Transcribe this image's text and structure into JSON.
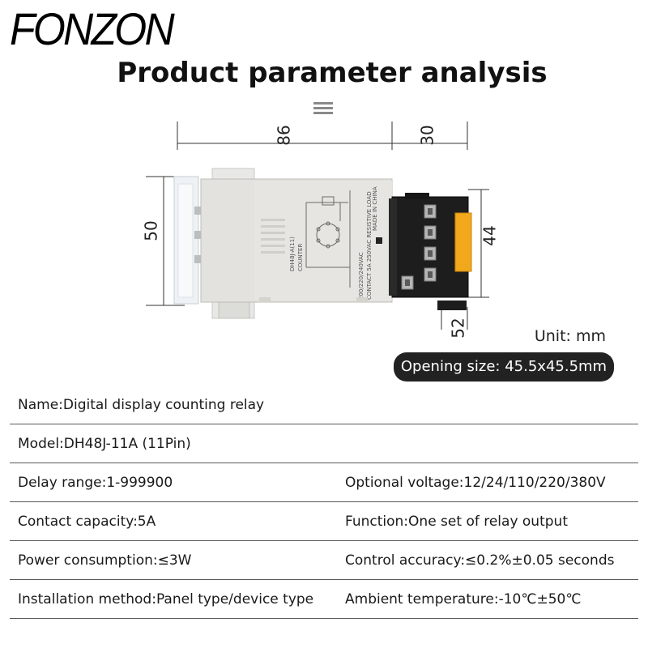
{
  "brand": "FONZON",
  "title": "Product parameter analysis",
  "dimensions": {
    "length": "86",
    "depth": "30",
    "height": "50",
    "terminal_height": "44",
    "side": "52"
  },
  "device_label": {
    "model": "DH48J-A(11)",
    "type": "COUNTER",
    "voltage": "200/220/240VAC",
    "contact": "CONTACT 5A 250VAC RESISTIVE LOAD",
    "origin": "MADE IN CHINA"
  },
  "unit": "Unit: mm",
  "opening_size": "Opening size: 45.5x45.5mm",
  "specs": [
    {
      "left": "Name:Digital display counting relay",
      "right": ""
    },
    {
      "left": "Model:DH48J-11A (11Pin)",
      "right": ""
    },
    {
      "left": "Delay range:1-999900",
      "right": "Optional voltage:12/24/110/220/380V"
    },
    {
      "left": "Contact capacity:5A",
      "right": "Function:One set of relay output"
    },
    {
      "left": "Power consumption:≤3W",
      "right": "Control accuracy:≤0.2%±0.05 seconds"
    },
    {
      "left": "Installation method:Panel type/device type",
      "right": "Ambient temperature:-10℃±50℃"
    }
  ]
}
